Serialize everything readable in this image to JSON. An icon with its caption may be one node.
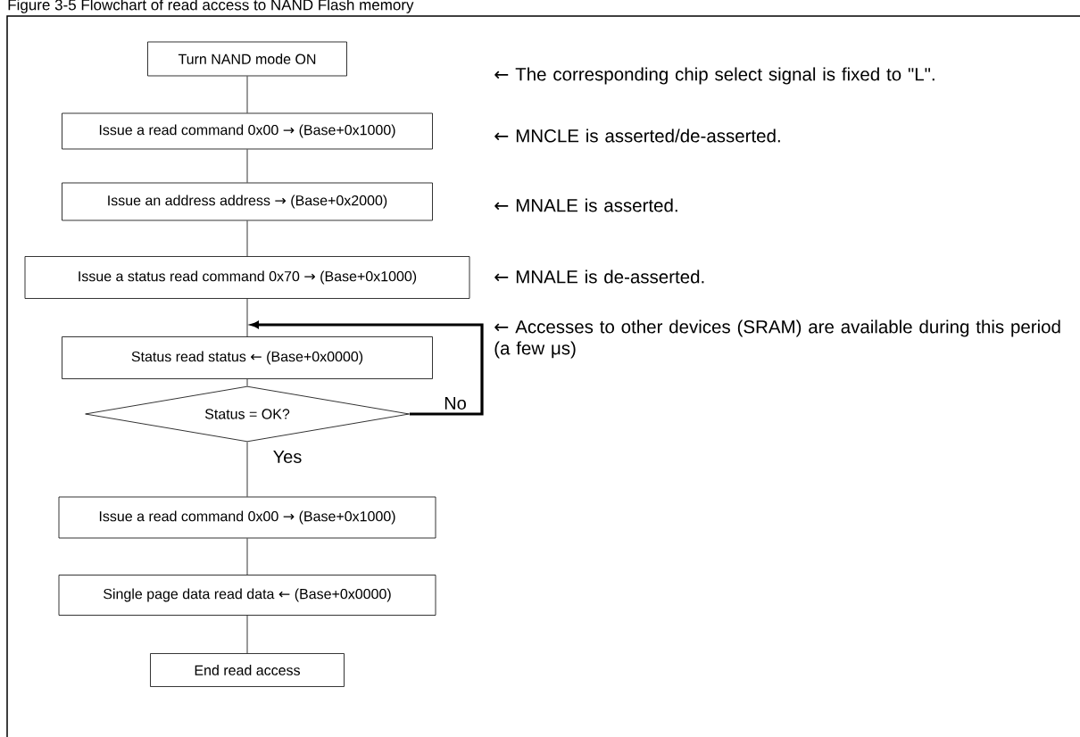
{
  "diagram": {
    "title": "Figure 3-5 Flowchart of read access to NAND Flash memory",
    "nodes": [
      {
        "text": [
          "Turn NAND mode ON"
        ]
      },
      {
        "text": [
          "Issue a read command 0x00 → (Base+0x1000)"
        ]
      },
      {
        "text": [
          "Issue an address address → (Base+0x2000)"
        ]
      },
      {
        "text": [
          "Issue a status read command 0x70 → (Base+0x1000)"
        ]
      },
      {
        "text": [
          "Status read status ← (Base+0x0000)"
        ]
      },
      {
        "text": [
          "Status = OK?"
        ]
      },
      {
        "text": [
          "Issue a read command 0x00 → (Base+0x1000)"
        ]
      },
      {
        "text": [
          "Single page data read data ← (Base+0x0000)"
        ]
      },
      {
        "text": [
          "End read access"
        ]
      }
    ],
    "edges": [
      {
        "from": 0,
        "to": 1,
        "arrow": "none"
      },
      {
        "from": 1,
        "to": 2,
        "arrow": "none"
      },
      {
        "from": 2,
        "to": 3,
        "arrow": "none"
      },
      {
        "from": 3,
        "to": 4,
        "arrow": "none"
      },
      {
        "from": 4,
        "to": 5,
        "arrow": "none"
      },
      {
        "from": 5,
        "to": 4,
        "arrow": "to",
        "label": "No",
        "style": "thick"
      },
      {
        "from": 5,
        "to": 6,
        "arrow": "none",
        "label": "Yes"
      },
      {
        "from": 6,
        "to": 7,
        "arrow": "none"
      },
      {
        "from": 7,
        "to": 8,
        "arrow": "none"
      }
    ],
    "labels": [
      "← The corresponding chip select signal is fixed to \"L\".",
      "← MNCLE is asserted/de-asserted.",
      "← MNALE is asserted.",
      "← MNALE is de-asserted.",
      "← Accesses to other devices (SRAM) are available during this period (a few μs)"
    ]
  }
}
